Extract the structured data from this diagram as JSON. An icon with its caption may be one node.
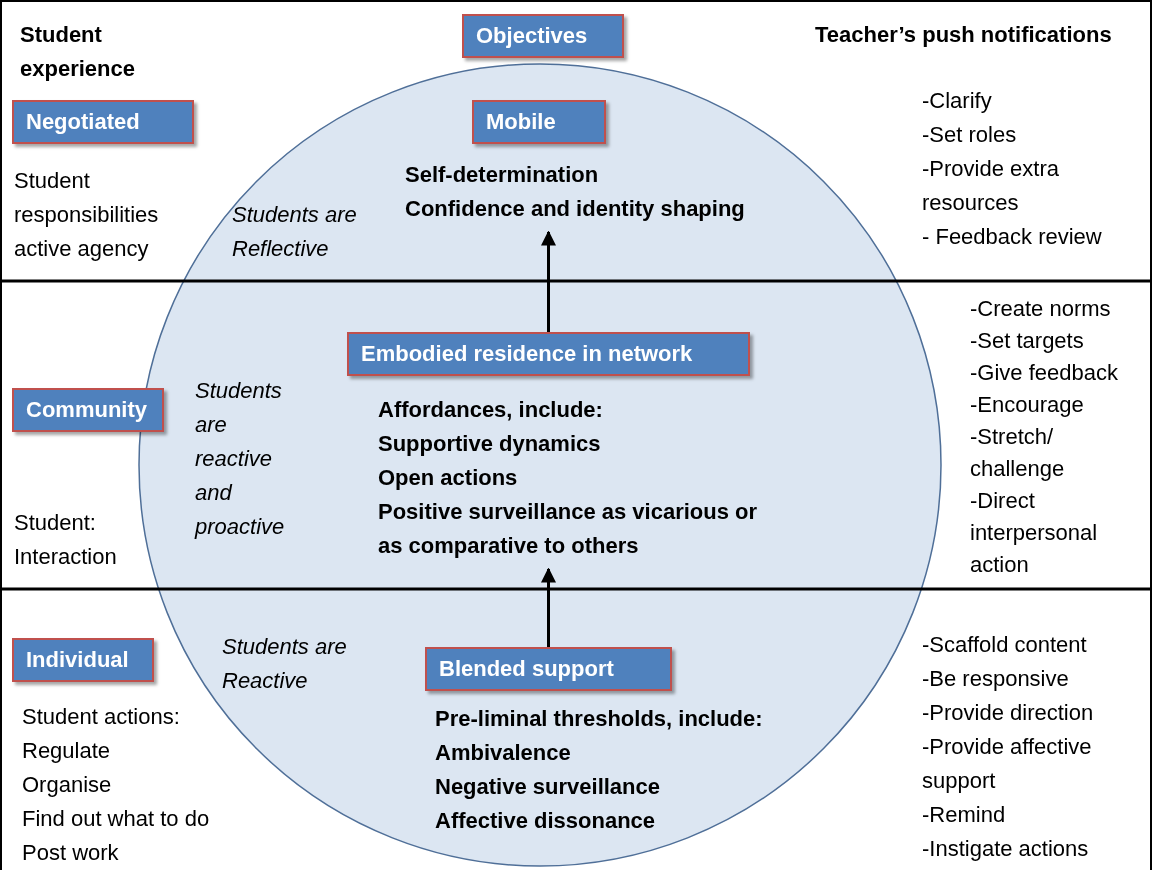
{
  "diagram": {
    "nodes": [
      {
        "text": [
          "Objectives"
        ]
      },
      {
        "text": [],
        "shape": "circle"
      },
      {
        "text": [
          "Negotiated"
        ]
      },
      {
        "text": [
          "Mobile"
        ],
        "in": 1
      },
      {
        "text": [
          "Self-determination",
          "Confidence and identity shaping"
        ],
        "in": 1
      },
      {
        "text": [
          "Community"
        ]
      },
      {
        "text": [
          "Embodied residence in network"
        ],
        "in": 1
      },
      {
        "text": [
          "Affordances, include:",
          "Supportive dynamics",
          "Open actions",
          "Positive surveillance as vicarious or as comparative to others"
        ],
        "in": 1
      },
      {
        "text": [
          "Individual"
        ]
      },
      {
        "text": [
          "Blended support"
        ],
        "in": 1
      },
      {
        "text": [
          "Pre-liminal thresholds, include:",
          "Ambivalence",
          "Negative surveillance",
          "Affective dissonance"
        ],
        "in": 1
      }
    ],
    "edges": [
      {
        "from": 9,
        "to": 7,
        "arrow": "to"
      },
      {
        "from": 6,
        "to": 4,
        "arrow": "to"
      }
    ],
    "labels": [
      "Student experience",
      "Teacher’s push notifications",
      "Student responsibilities active agency",
      "Students are Reflective",
      "-Clarify",
      "-Set roles",
      "-Provide extra resources",
      "- Feedback review",
      "Students are reactive and proactive",
      "Student: Interaction",
      "-Create norms",
      "-Set targets",
      "-Give feedback",
      "-Encourage",
      "-Stretch/ challenge",
      "-Direct interpersonal action",
      "Students are Reactive",
      "Student actions:",
      "Regulate",
      "Organise",
      "Find out what to do",
      "Post work",
      "-Scaffold content",
      "-Be responsive",
      "-Provide direction",
      "-Provide affective support",
      "-Remind",
      "-Instigate actions"
    ]
  }
}
